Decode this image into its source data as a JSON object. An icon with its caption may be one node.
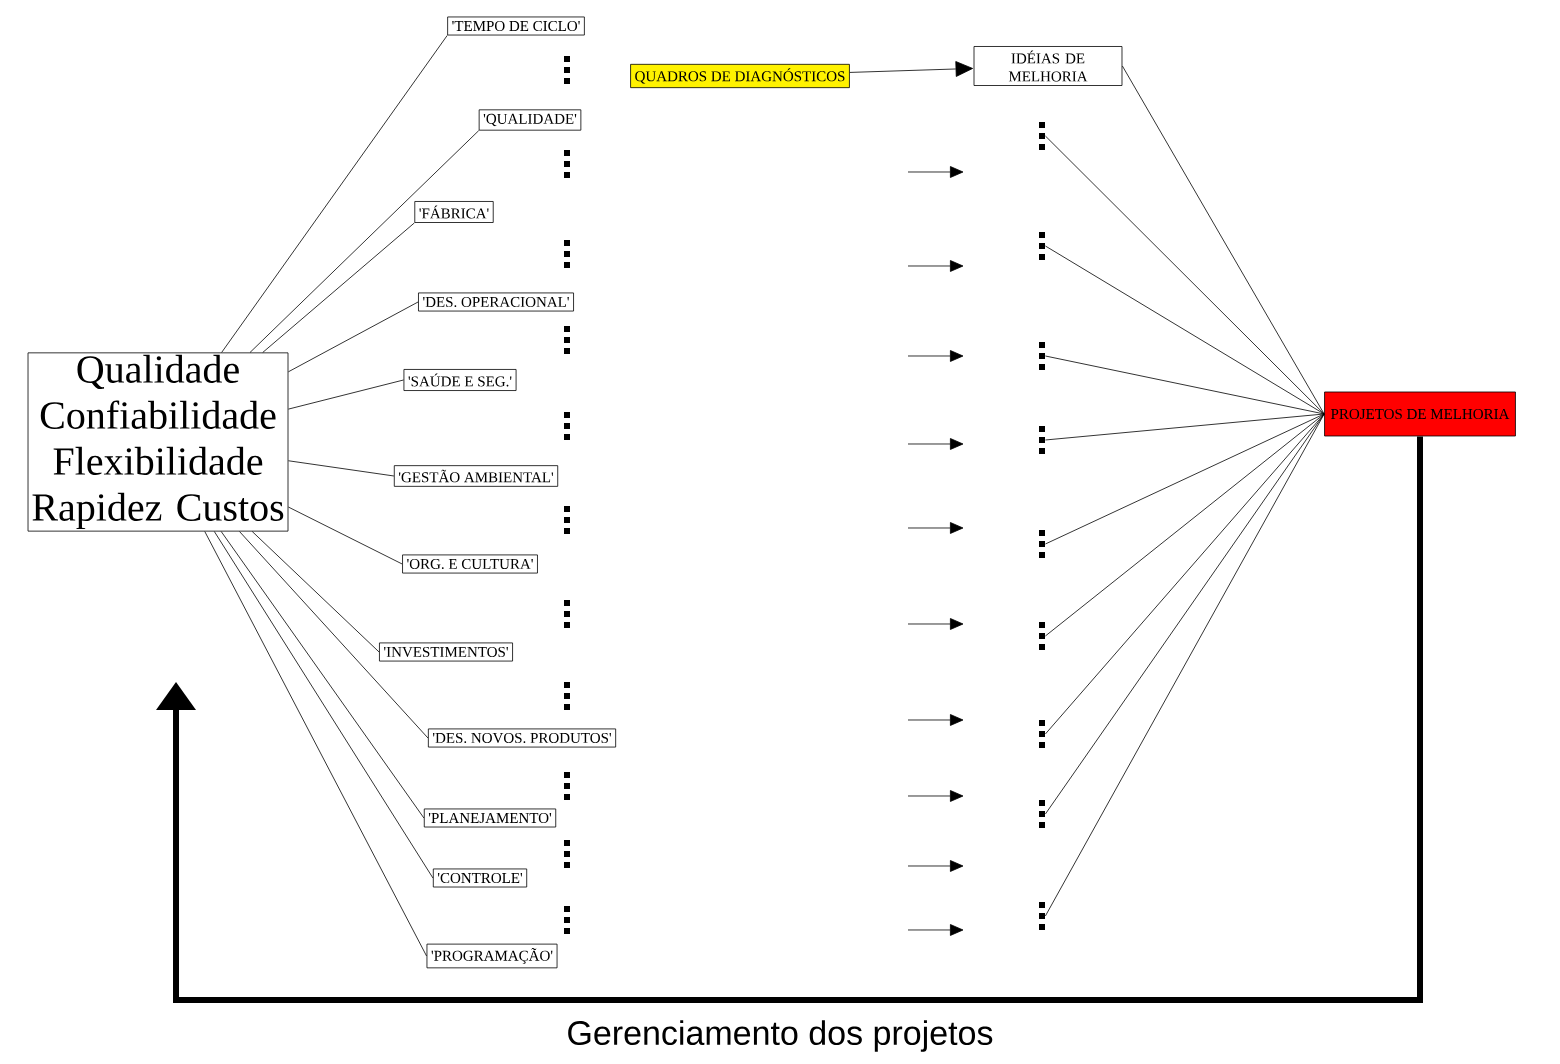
{
  "diagram": {
    "nodes": [
      {
        "text": [
          "Qualidade Confiabilidade Flexibilidade Rapidez Custos"
        ]
      },
      {
        "text": [
          "'TEMPO DE CICLO'"
        ]
      },
      {
        "text": [
          "'QUALIDADE'"
        ]
      },
      {
        "text": [
          "'FÁBRICA'"
        ]
      },
      {
        "text": [
          "'DES. OPERACIONAL'"
        ]
      },
      {
        "text": [
          "'SAÚDE E SEG.'"
        ]
      },
      {
        "text": [
          "'GESTÃO AMBIENTAL'"
        ]
      },
      {
        "text": [
          "'ORG. E CULTURA'"
        ]
      },
      {
        "text": [
          "'INVESTIMENTOS'"
        ]
      },
      {
        "text": [
          "'DES. NOVOS. PRODUTOS'"
        ]
      },
      {
        "text": [
          "'PLANEJAMENTO'"
        ]
      },
      {
        "text": [
          "'CONTROLE'"
        ]
      },
      {
        "text": [
          "'PROGRAMAÇÃO'"
        ]
      },
      {
        "text": [
          "QUADROS DE DIAGNÓSTICOS"
        ]
      },
      {
        "text": [
          "IDÉIAS DE MELHORIA"
        ]
      },
      {
        "text": [
          "PROJETOS DE MELHORIA"
        ]
      },
      {
        "text": [],
        "shape": "dots"
      },
      {
        "text": [],
        "shape": "dots"
      },
      {
        "text": [],
        "shape": "dots"
      },
      {
        "text": [],
        "shape": "dots"
      },
      {
        "text": [],
        "shape": "dots"
      },
      {
        "text": [],
        "shape": "dots"
      },
      {
        "text": [],
        "shape": "dots"
      },
      {
        "text": [],
        "shape": "dots"
      },
      {
        "text": [],
        "shape": "dots"
      }
    ],
    "edges": [
      {
        "from": 0,
        "to": 1,
        "arrow": "none"
      },
      {
        "from": 0,
        "to": 2,
        "arrow": "none"
      },
      {
        "from": 0,
        "to": 3,
        "arrow": "none"
      },
      {
        "from": 0,
        "to": 4,
        "arrow": "none"
      },
      {
        "from": 0,
        "to": 5,
        "arrow": "none"
      },
      {
        "from": 0,
        "to": 6,
        "arrow": "none"
      },
      {
        "from": 0,
        "to": 7,
        "arrow": "none"
      },
      {
        "from": 0,
        "to": 8,
        "arrow": "none"
      },
      {
        "from": 0,
        "to": 9,
        "arrow": "none"
      },
      {
        "from": 0,
        "to": 10,
        "arrow": "none"
      },
      {
        "from": 0,
        "to": 11,
        "arrow": "none"
      },
      {
        "from": 0,
        "to": 12,
        "arrow": "none"
      },
      {
        "from": 13,
        "to": 14,
        "arrow": "to"
      },
      {
        "from": 14,
        "to": 15,
        "arrow": "none"
      },
      {
        "from": 16,
        "to": 15,
        "arrow": "none"
      },
      {
        "from": 17,
        "to": 15,
        "arrow": "none"
      },
      {
        "from": 18,
        "to": 15,
        "arrow": "none"
      },
      {
        "from": 19,
        "to": 15,
        "arrow": "none"
      },
      {
        "from": 20,
        "to": 15,
        "arrow": "none"
      },
      {
        "from": 21,
        "to": 15,
        "arrow": "none"
      },
      {
        "from": 22,
        "to": 15,
        "arrow": "none"
      },
      {
        "from": 23,
        "to": 15,
        "arrow": "none"
      },
      {
        "from": 24,
        "to": 15,
        "arrow": "none"
      },
      {
        "from": 15,
        "to": null,
        "arrow": "to",
        "style": "thick",
        "label": "Gerenciamento dos projetos"
      }
    ]
  }
}
